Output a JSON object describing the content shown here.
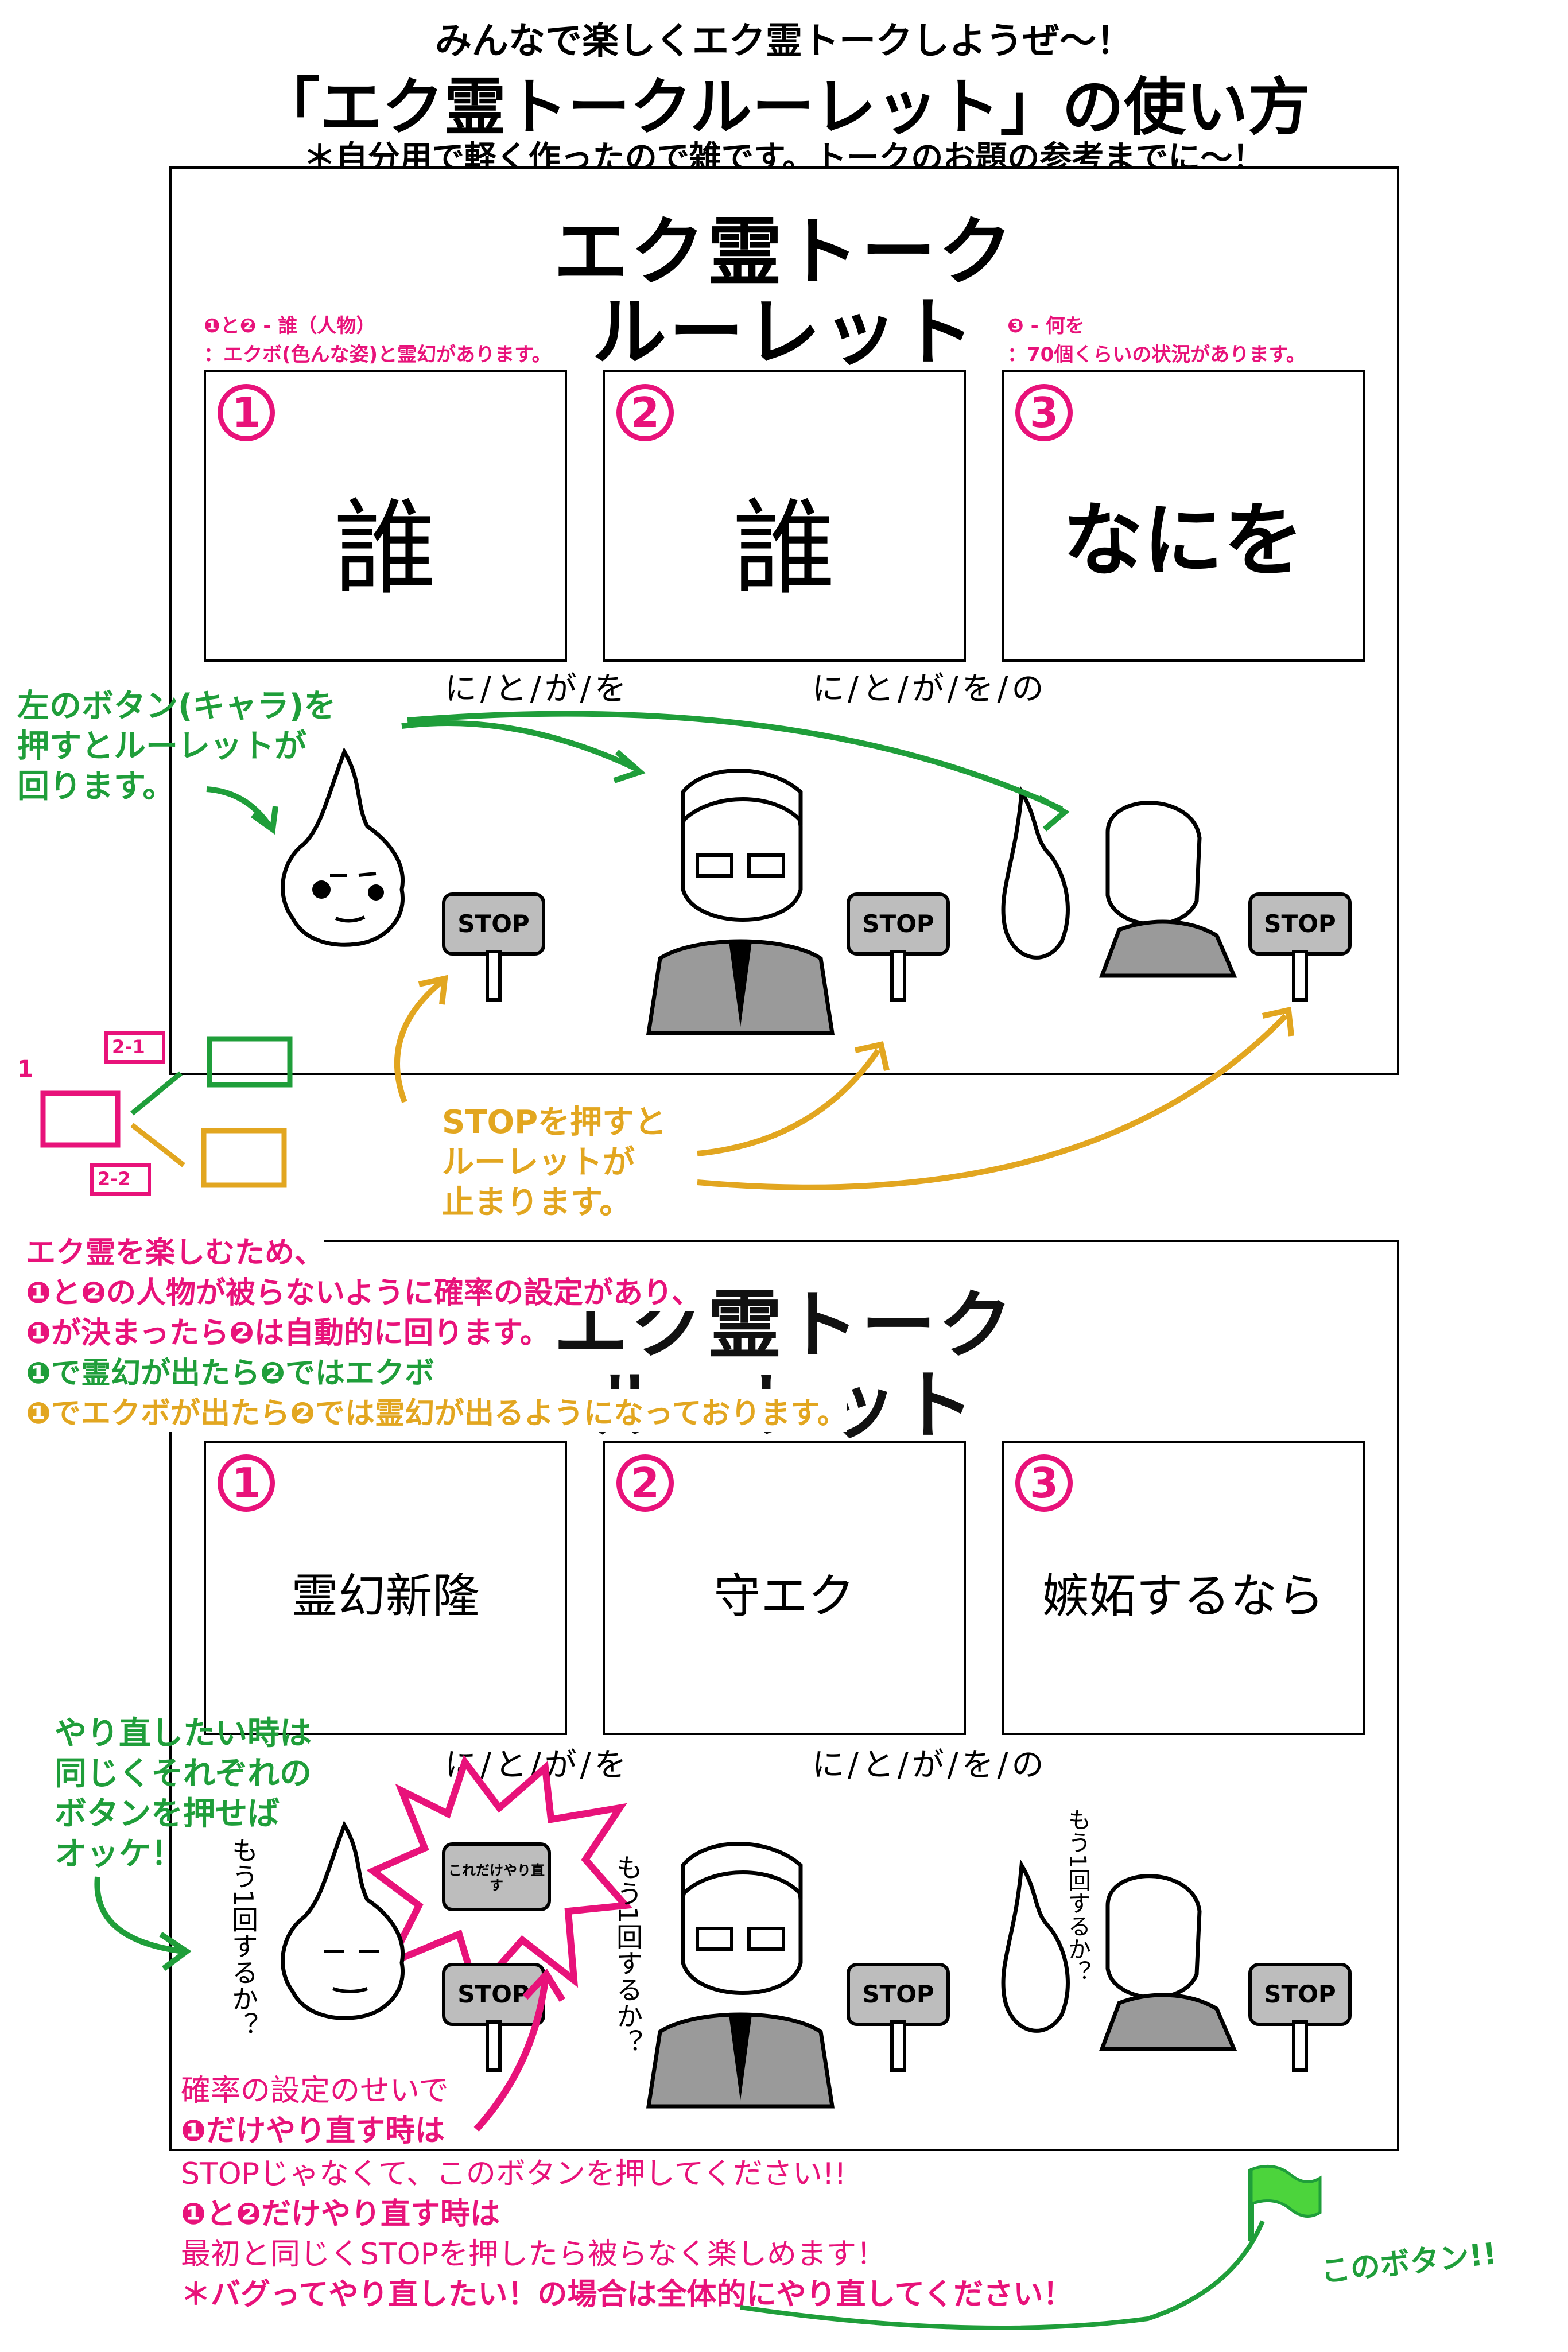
{
  "header": {
    "line1": "みんなで楽しくエク霊トークしようぜ〜！",
    "title": "「エク霊トークルーレット」の使い方",
    "subtitle": "＊自分用で軽く作ったので雑です。トークのお題の参考までに〜！"
  },
  "panel_top": {
    "title_line1": "エク霊トーク",
    "title_line2": "ルーレット",
    "note_12_line1": "❶と❷ - 誰（人物）",
    "note_12_line2": "：エクボ(色んな姿)と霊幻があります。",
    "note_3_line1": "❸ - 何を",
    "note_3_line2": "：70個くらいの状況があります。",
    "slots": [
      {
        "num": "1",
        "text": "誰"
      },
      {
        "num": "2",
        "text": "誰"
      },
      {
        "num": "3",
        "text": "なにを"
      }
    ],
    "connector_1": "に/と/が/を",
    "connector_2": "に/と/が/を/の",
    "stop_label": "STOP"
  },
  "annotations_top": {
    "press_left": [
      "左のボタン(キャラ)を",
      "押すとルーレットが",
      "回ります。"
    ],
    "press_stop": [
      "STOPを押すと",
      "ルーレットが",
      "止まります。"
    ],
    "diagram_1": "1",
    "diagram_21": "2-1",
    "diagram_22": "2-2"
  },
  "explanation": {
    "line1": "エク霊を楽しむため、",
    "line2": "❶と❷の人物が被らないように確率の設定があり、",
    "line3": "❶が決まったら❷は自動的に回ります。",
    "line4": "❶で霊幻が出たら❷ではエクボ",
    "line5": "❶でエクボが出たら❷では霊幻が出るようになっております。"
  },
  "panel_bottom": {
    "title_line1": "エク霊トーク",
    "title_line2": "ルーレット",
    "slots": [
      {
        "num": "1",
        "text": "霊幻新隆"
      },
      {
        "num": "2",
        "text": "守エク"
      },
      {
        "num": "3",
        "text": "嫉妬するなら"
      }
    ],
    "connector_1": "に/と/が/を",
    "connector_2": "に/と/が/を/の",
    "stop_label": "STOP",
    "this_only_sign": "これだけやり直す",
    "speech_1": "もう1回するか？",
    "speech_2": "もう1回するか？",
    "speech_3": "もう1回するか？"
  },
  "annotations_bottom": {
    "redo": [
      "やり直したい時は",
      "同じくそれぞれの",
      "ボタンを押せば",
      "オッケ！"
    ],
    "footer1": "確率の設定のせいで",
    "footer2": "❶だけやり直す時は",
    "footer3": "STOPじゃなくて、このボタンを押してください!!",
    "footer4": "❶と❷だけやり直す時は",
    "footer5": "最初と同じくSTOPを押したら被らなく楽しめます！",
    "footer6": "＊バグってやり直したい！の場合は全体的にやり直してください！",
    "flag_label": "このボタン!!"
  },
  "colors": {
    "pink": "#e8127a",
    "green": "#1f9e3a",
    "gold": "#e2a620",
    "stop_gray": "#bdbdbd"
  }
}
